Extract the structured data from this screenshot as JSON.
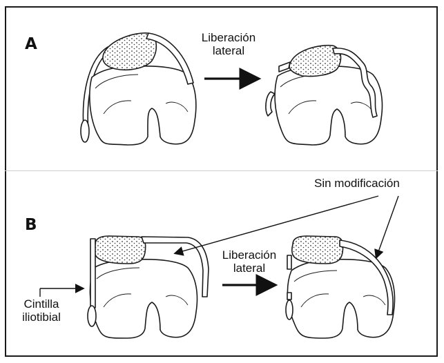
{
  "panels": {
    "a": {
      "letter": "A",
      "arrow_label_line1": "Liberación",
      "arrow_label_line2": "lateral"
    },
    "b": {
      "letter": "B",
      "arrow_label_line1": "Liberación",
      "arrow_label_line2": "lateral"
    }
  },
  "callouts": {
    "sin_modificacion": "Sin modificación",
    "cintilla_line1": "Cintilla",
    "cintilla_line2": "iliotibial"
  },
  "colors": {
    "ink": "#1a1a1a",
    "fill": "#ffffff",
    "stipple": "#333333"
  }
}
